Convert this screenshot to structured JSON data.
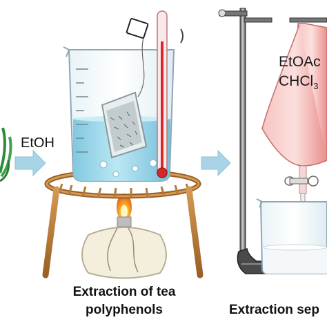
{
  "reagent_label": "EtOH",
  "step1_caption": {
    "line1": "Extraction of tea",
    "line2": "polyphenols"
  },
  "step2_caption": "Extraction sep",
  "solvents": {
    "solvent1": "EtOAc",
    "solvent2_main": "CHCl",
    "solvent2_sub": "3"
  },
  "colors": {
    "water": "#9ad6ea",
    "funnel_liquid": "#f0a7a4",
    "arrow": "#a9d4e6",
    "stand_wood": "#b57a3a",
    "burner_glass": "#f4eedc",
    "flame": "#f49a1a",
    "plant": "#2e8b3a"
  }
}
